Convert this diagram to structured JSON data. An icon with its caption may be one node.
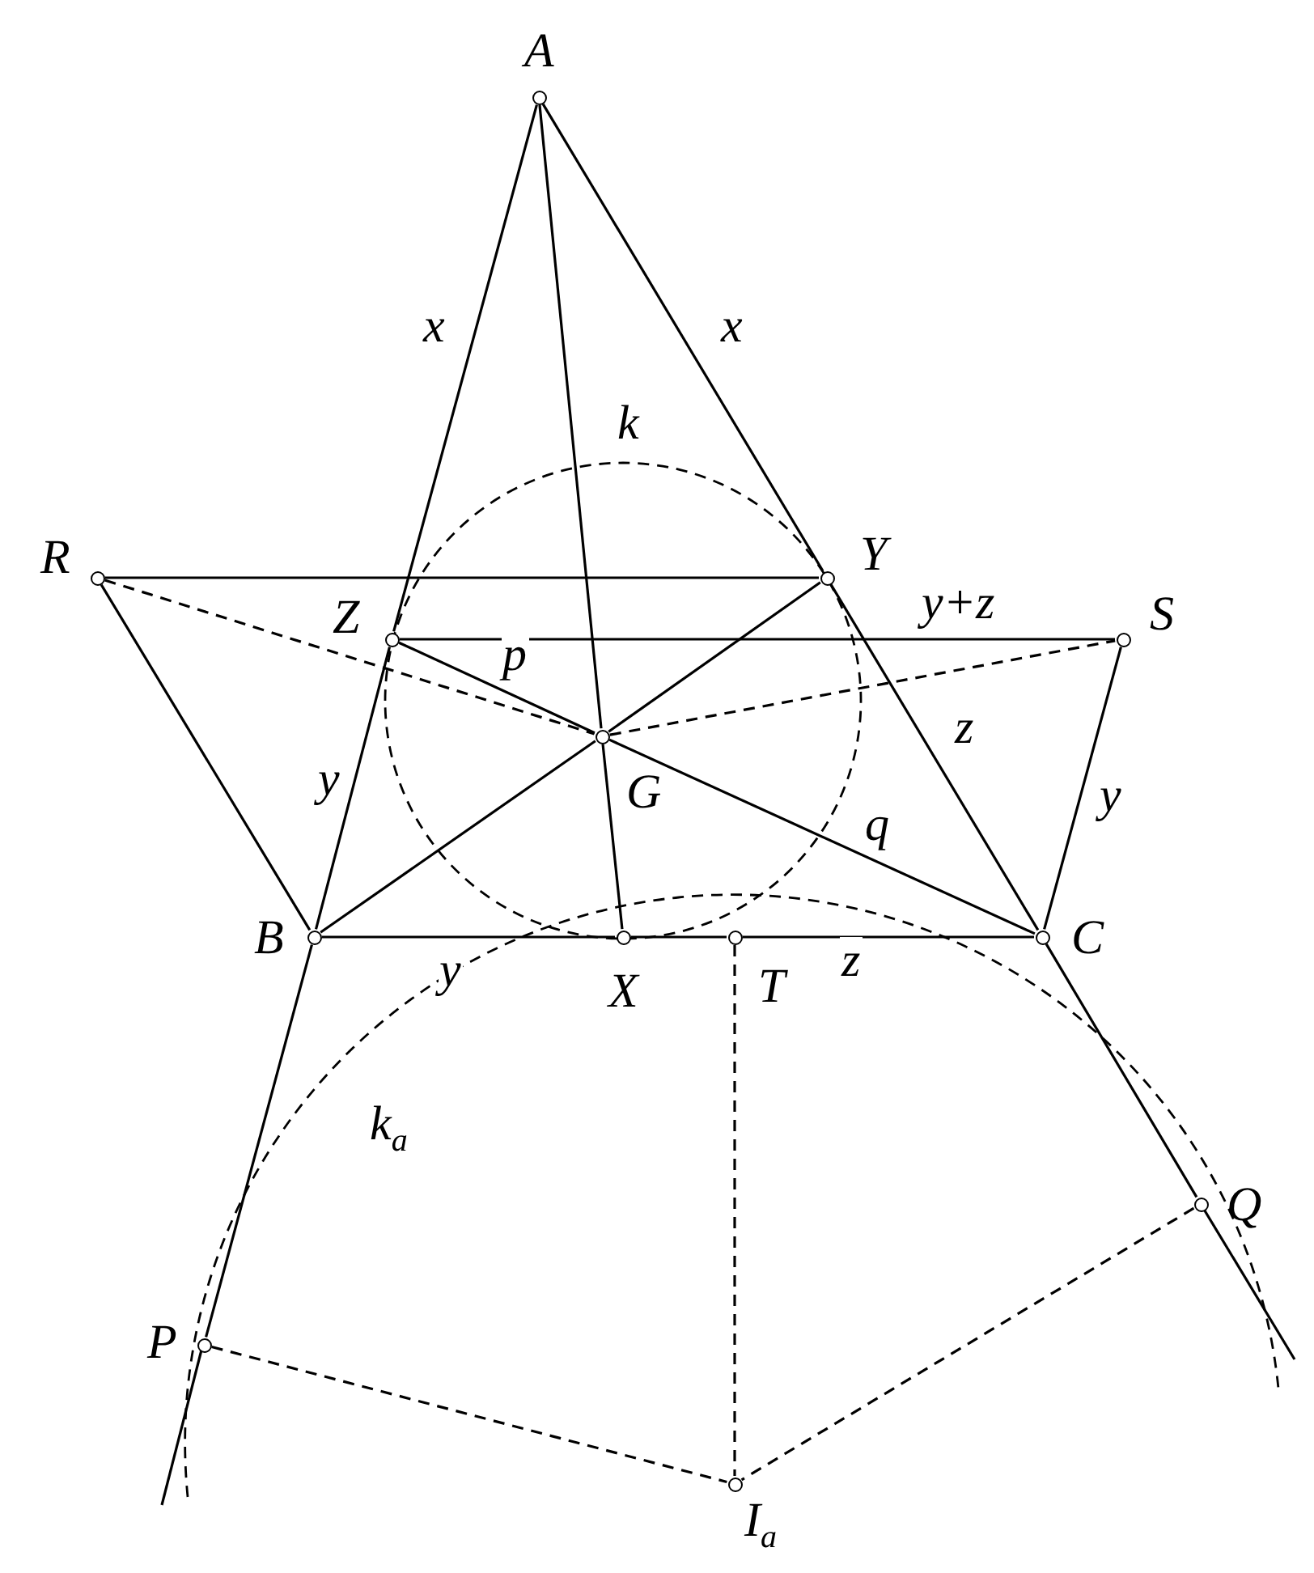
{
  "diagram": {
    "nodes": [
      {
        "text": [
          "A"
        ]
      },
      {
        "text": [
          "R"
        ]
      },
      {
        "text": [
          "Y"
        ]
      },
      {
        "text": [
          "Z"
        ]
      },
      {
        "text": [
          "S"
        ]
      },
      {
        "text": [
          "G"
        ]
      },
      {
        "text": [
          "B"
        ]
      },
      {
        "text": [
          "X"
        ]
      },
      {
        "text": [
          "T"
        ]
      },
      {
        "text": [
          "C"
        ]
      },
      {
        "text": [
          "Q"
        ]
      },
      {
        "text": [
          "P"
        ]
      },
      {
        "text": [
          "I$_{a}$"
        ]
      }
    ],
    "edges": [
      {
        "from": 0,
        "to": 3,
        "arrow": "none",
        "label": "x"
      },
      {
        "from": 3,
        "to": 6,
        "arrow": "none",
        "label": "y"
      },
      {
        "from": 6,
        "to": 11,
        "arrow": "none"
      },
      {
        "from": 0,
        "to": 2,
        "arrow": "none",
        "label": "x"
      },
      {
        "from": 2,
        "to": 9,
        "arrow": "none",
        "label": "z"
      },
      {
        "from": 9,
        "to": 10,
        "arrow": "none"
      },
      {
        "from": 0,
        "to": 5,
        "arrow": "none"
      },
      {
        "from": 5,
        "to": 7,
        "arrow": "none"
      },
      {
        "from": 1,
        "to": 2,
        "arrow": "none"
      },
      {
        "from": 1,
        "to": 6,
        "arrow": "none"
      },
      {
        "from": 1,
        "to": 5,
        "arrow": "none",
        "style": "dashed"
      },
      {
        "from": 5,
        "to": 4,
        "arrow": "none",
        "style": "dashed"
      },
      {
        "from": 3,
        "to": 4,
        "arrow": "none",
        "label": "y+z"
      },
      {
        "from": 4,
        "to": 9,
        "arrow": "none",
        "label": "y"
      },
      {
        "from": 3,
        "to": 5,
        "arrow": "none",
        "label": "p"
      },
      {
        "from": 5,
        "to": 9,
        "arrow": "none",
        "label": "q"
      },
      {
        "from": 2,
        "to": 5,
        "arrow": "none"
      },
      {
        "from": 5,
        "to": 6,
        "arrow": "none"
      },
      {
        "from": 6,
        "to": 7,
        "arrow": "none",
        "label": "y"
      },
      {
        "from": 7,
        "to": 8,
        "arrow": "none"
      },
      {
        "from": 8,
        "to": 9,
        "arrow": "none",
        "label": "z"
      },
      {
        "from": 8,
        "to": 12,
        "arrow": "none",
        "style": "dashed"
      },
      {
        "from": 11,
        "to": 12,
        "arrow": "none",
        "style": "dashed"
      },
      {
        "from": 10,
        "to": 12,
        "arrow": "none",
        "style": "dashed"
      }
    ],
    "labels": [
      "k",
      "k$_{a}$"
    ]
  }
}
